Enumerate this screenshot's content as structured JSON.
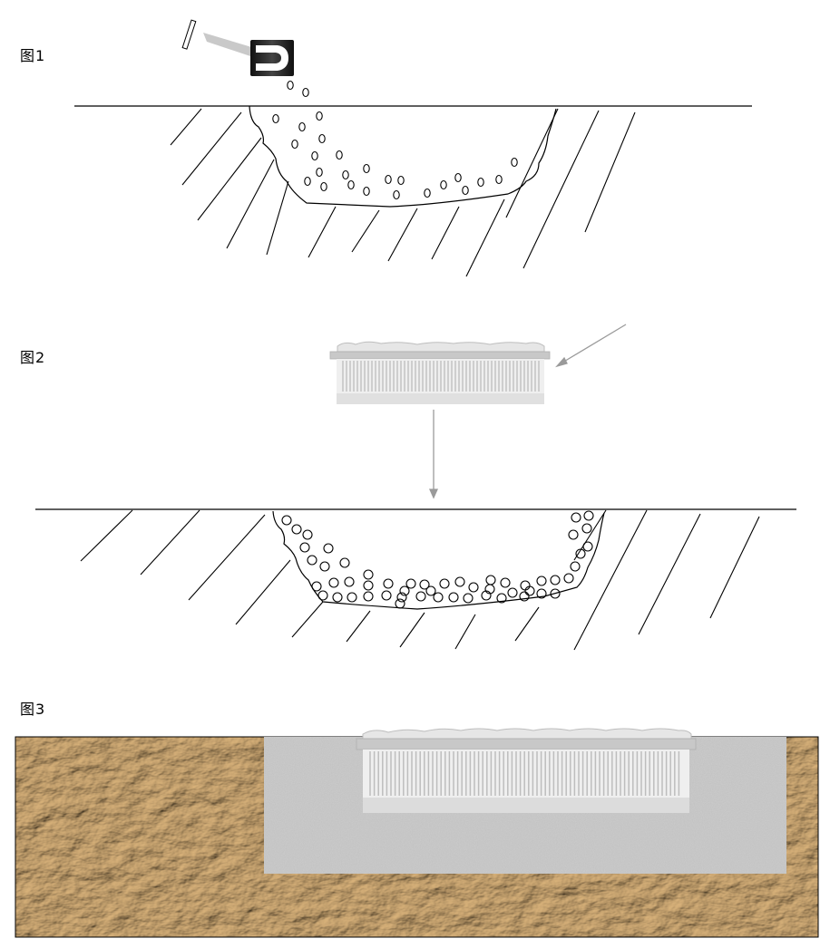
{
  "figures": [
    {
      "label": "图1"
    },
    {
      "label": "图2"
    },
    {
      "label": "图3"
    }
  ],
  "colors": {
    "line": "#000000",
    "arrow": "#9a9a9a",
    "module_light": "#e2e2e2",
    "module_mid": "#c6c6c6",
    "soil": "#b88a52",
    "gravel": "#b9b9b9"
  },
  "icons": [
    "magnet-icon",
    "arrow-icon"
  ]
}
